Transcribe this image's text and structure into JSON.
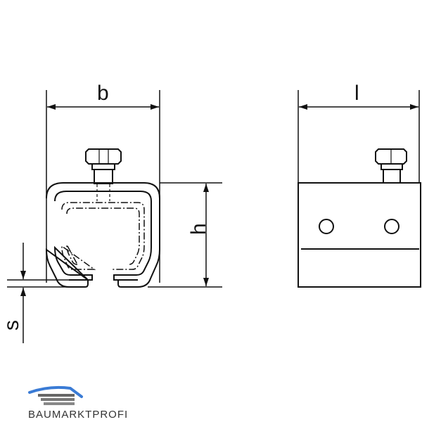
{
  "dimensions": {
    "width_label": "b",
    "length_label": "l",
    "height_label": "h",
    "thickness_label": "s"
  },
  "logo": {
    "text": "BAUMARKTPROFI",
    "colors": {
      "roof": "#3a7bd5",
      "bars": "#666666"
    }
  },
  "colors": {
    "line": "#111111",
    "background": "#ffffff"
  }
}
